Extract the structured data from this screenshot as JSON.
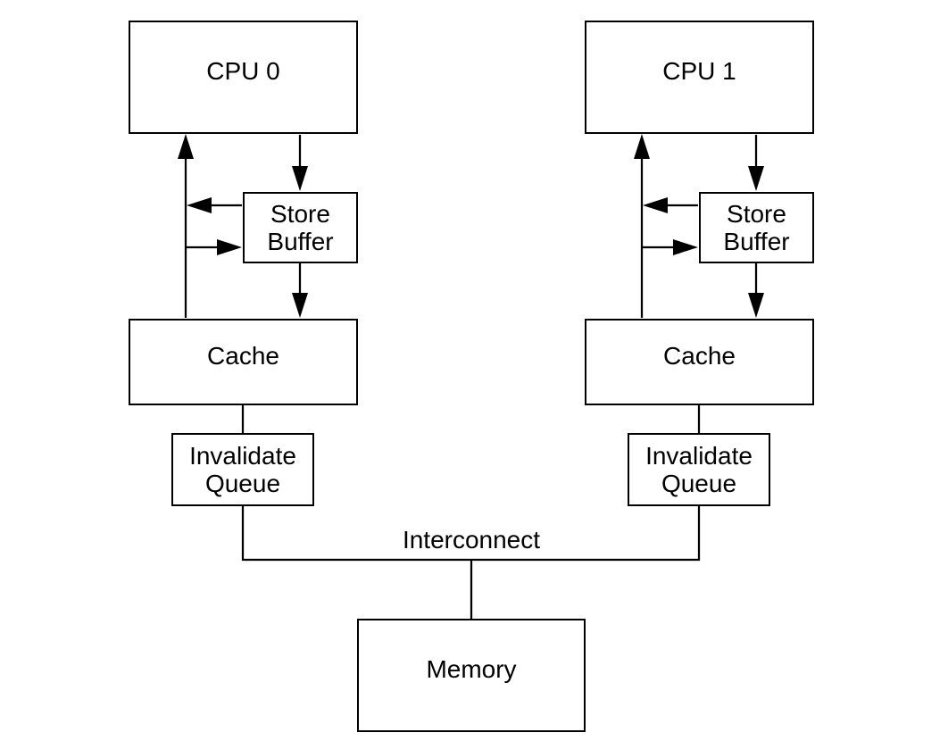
{
  "diagram": {
    "background_color": "#ffffff",
    "line_color": "#000000",
    "box_fill": "#ffffff",
    "text_color": "#000000",
    "nodes": {
      "cpu0": {
        "label": "CPU 0"
      },
      "cpu1": {
        "label": "CPU 1"
      },
      "store_buffer0": {
        "label": "Store\nBuffer"
      },
      "store_buffer1": {
        "label": "Store\nBuffer"
      },
      "cache0": {
        "label": "Cache"
      },
      "cache1": {
        "label": "Cache"
      },
      "invalidate_queue0": {
        "label": "Invalidate\nQueue"
      },
      "invalidate_queue1": {
        "label": "Invalidate\nQueue"
      },
      "interconnect": {
        "label": "Interconnect"
      },
      "memory": {
        "label": "Memory"
      }
    },
    "edges": [
      {
        "from": "cpu0",
        "to": "store_buffer0",
        "arrowhead": "down"
      },
      {
        "from": "store_buffer0",
        "to": "cache0",
        "arrowhead": "down"
      },
      {
        "from": "cache0",
        "to": "cpu0",
        "arrowhead": "up"
      },
      {
        "from": "store_buffer0",
        "to": "cpu0-cache0-path",
        "arrowhead": "left"
      },
      {
        "from": "cpu0-cache0-path",
        "to": "store_buffer0",
        "arrowhead": "right"
      },
      {
        "from": "cache0",
        "to": "invalidate_queue0",
        "arrowhead": "none"
      },
      {
        "from": "invalidate_queue0",
        "to": "interconnect",
        "arrowhead": "none"
      },
      {
        "from": "cpu1",
        "to": "store_buffer1",
        "arrowhead": "down"
      },
      {
        "from": "store_buffer1",
        "to": "cache1",
        "arrowhead": "down"
      },
      {
        "from": "cache1",
        "to": "cpu1",
        "arrowhead": "up"
      },
      {
        "from": "store_buffer1",
        "to": "cpu1-cache1-path",
        "arrowhead": "left"
      },
      {
        "from": "cpu1-cache1-path",
        "to": "store_buffer1",
        "arrowhead": "right"
      },
      {
        "from": "cache1",
        "to": "invalidate_queue1",
        "arrowhead": "none"
      },
      {
        "from": "invalidate_queue1",
        "to": "interconnect",
        "arrowhead": "none"
      },
      {
        "from": "interconnect",
        "to": "memory",
        "arrowhead": "none"
      }
    ]
  }
}
